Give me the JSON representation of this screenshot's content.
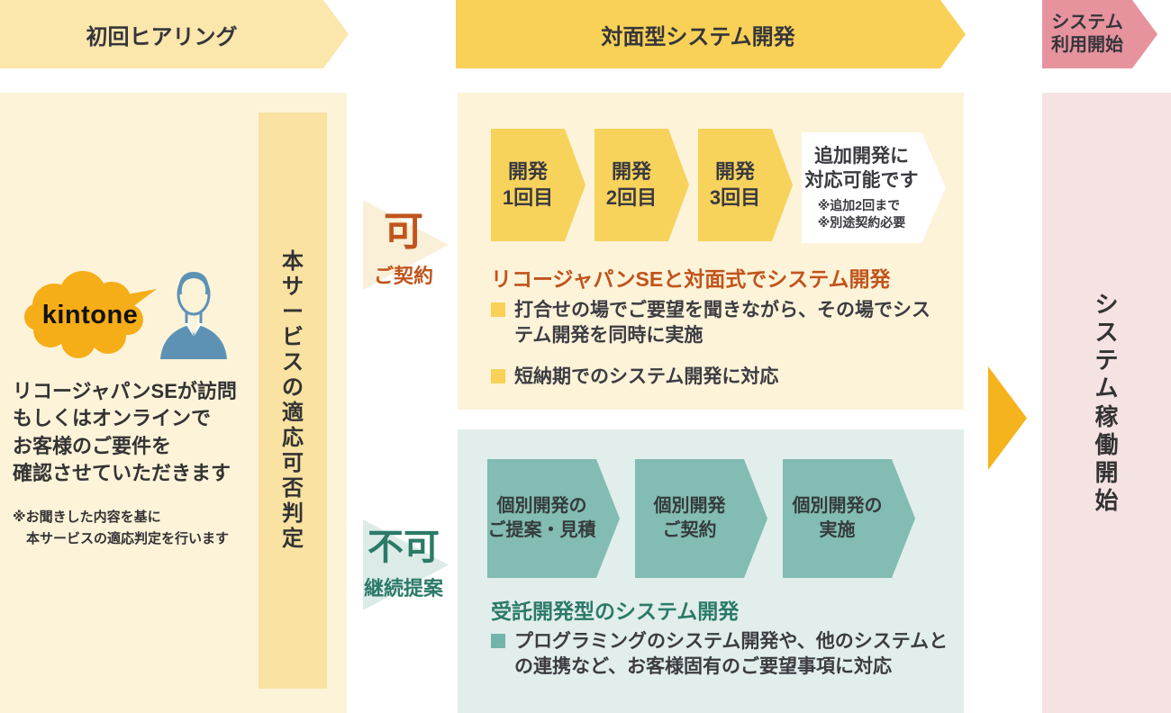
{
  "colors": {
    "banner_hearing_bg": "#fbe6ab",
    "banner_facing_bg": "#f8d156",
    "banner_start_bg": "#e6939d",
    "panel_cream_bg": "#fdf3d9",
    "judgment_bar_bg": "#f9e2a2",
    "dev_step_arrow": "#f7d35c",
    "teal_panel_bg": "#e2eeec",
    "teal_step_arrow": "#83bcb2",
    "go_live_arrow": "#f5b31d",
    "operation_panel_bg": "#f5e2e3",
    "ok_accent": "#c0541c",
    "ng_accent": "#2b7a68",
    "kintone_bubble": "#f5ad18",
    "person_icon_blue": "#5e92b5",
    "text_dark": "#35353b"
  },
  "banners": [
    {
      "label": "初回ヒアリング"
    },
    {
      "label": "対面型システム開発"
    },
    {
      "line1": "システム",
      "line2": "利用開始"
    }
  ],
  "left_panel": {
    "bubble_label": "kintone",
    "description_lines": [
      "リコージャパンSEが訪問",
      "もしくはオンラインで",
      "お客様のご要件を",
      "確認させていただきます"
    ],
    "note_lines": [
      "※お聞きした内容を基に",
      "本サービスの適応判定を行います"
    ],
    "vertical_bar_label": "本サービスの適応可否判定"
  },
  "decision": {
    "ok": {
      "title": "可",
      "subtitle": "ご契約"
    },
    "ng": {
      "title": "不可",
      "subtitle": "継続提案"
    }
  },
  "facing_section": {
    "steps": [
      {
        "line1": "開発",
        "line2": "1回目"
      },
      {
        "line1": "開発",
        "line2": "2回目"
      },
      {
        "line1": "開発",
        "line2": "3回目"
      }
    ],
    "extra_box": {
      "line1": "追加開発に",
      "line2": "対応可能です",
      "note1": "※追加2回まで",
      "note2": "※別途契約必要"
    },
    "heading": "リコージャパンSEと対面式でシステム開発",
    "bullets": [
      "打合せの場でご要望を聞きながら、その場でシステム開発を同時に実施",
      "短納期でのシステム開発に対応"
    ]
  },
  "outsourced_section": {
    "steps": [
      {
        "line1": "個別開発の",
        "line2": "ご提案・見積"
      },
      {
        "line1": "個別開発",
        "line2": "ご契約"
      },
      {
        "line1": "個別開発の",
        "line2": "実施"
      }
    ],
    "heading": "受託開発型のシステム開発",
    "bullets": [
      "プログラミングのシステム開発や、他のシステムとの連携など、お客様固有のご要望事項に対応"
    ]
  },
  "right_panel": {
    "vertical_label": "システム稼働開始"
  }
}
